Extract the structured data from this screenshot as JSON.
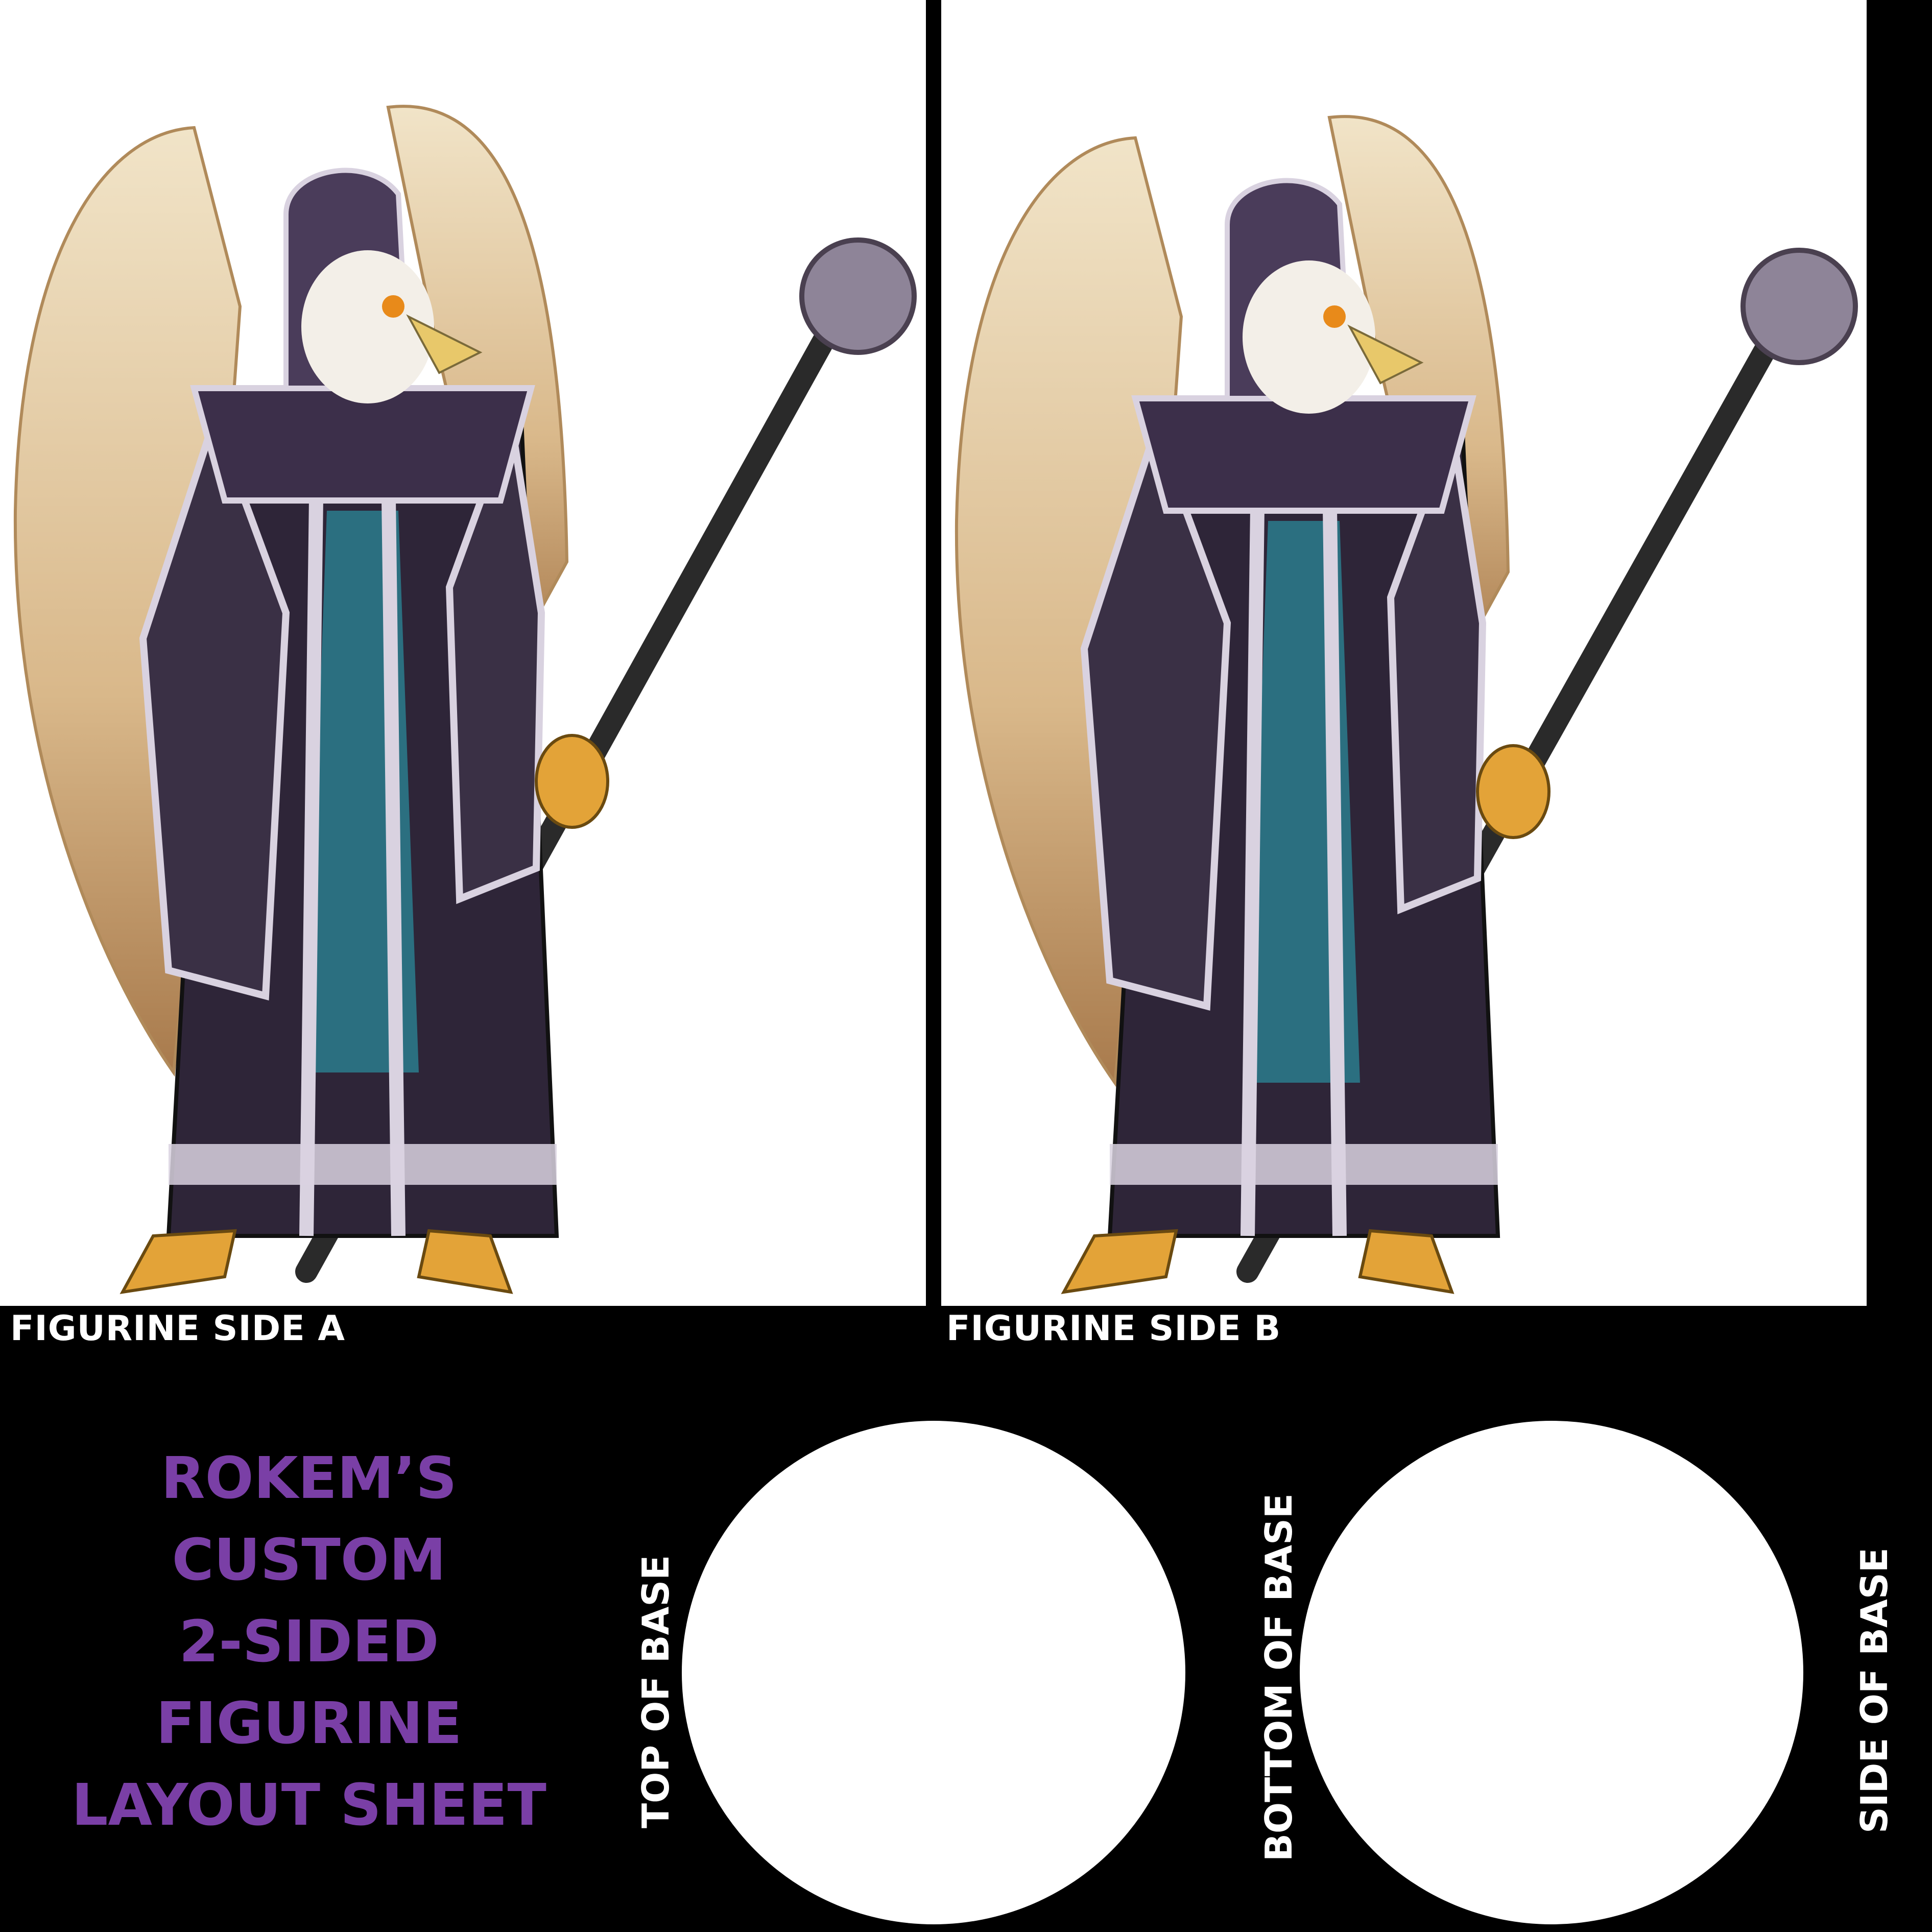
{
  "labels": {
    "side_a": "FIGURINE SIDE A",
    "side_b": "FIGURINE SIDE B",
    "top_of_base": "TOP OF BASE",
    "bottom_of_base": "BOTTOM OF BASE",
    "side_of_base": "SIDE OF BASE"
  },
  "title": {
    "lines": [
      "ROKEM’S",
      "CUSTOM",
      "2-SIDED",
      "FIGURINE",
      "LAYOUT SHEET"
    ]
  },
  "figure": {
    "description_icon": "aarakocra-wizard-illustration",
    "colors": {
      "robe": "#2e2538",
      "trim": "#d9d2e0",
      "wing": "#e8d3b0",
      "teal": "#2b6f80",
      "staff": "#2a2a2a",
      "orb": "#8e8498",
      "talon": "#e3a338"
    }
  },
  "colors": {
    "background": "#000000",
    "title": "#7a3fa6",
    "panel": "#ffffff"
  }
}
